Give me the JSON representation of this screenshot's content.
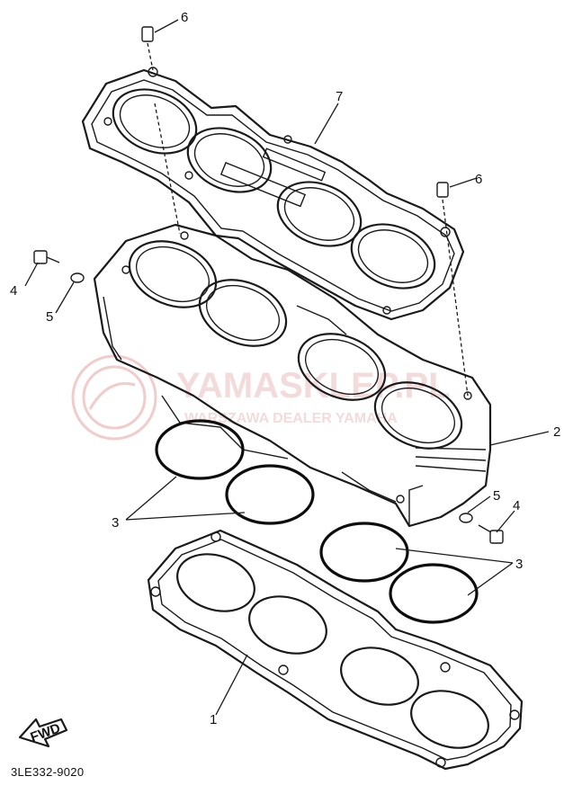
{
  "diagram": {
    "part_code": "3LE332-9020",
    "fwd_label": "FWD",
    "callouts": {
      "c1": "1",
      "c2": "2",
      "c3a": "3",
      "c3b": "3",
      "c4a": "4",
      "c4b": "4",
      "c5a": "5",
      "c5b": "5",
      "c6a": "6",
      "c6b": "6",
      "c7": "7"
    },
    "watermark": {
      "text_main": "YAMASKLEP.PL",
      "text_sub": "WARSZAWA DEALER YAMAHA"
    }
  }
}
